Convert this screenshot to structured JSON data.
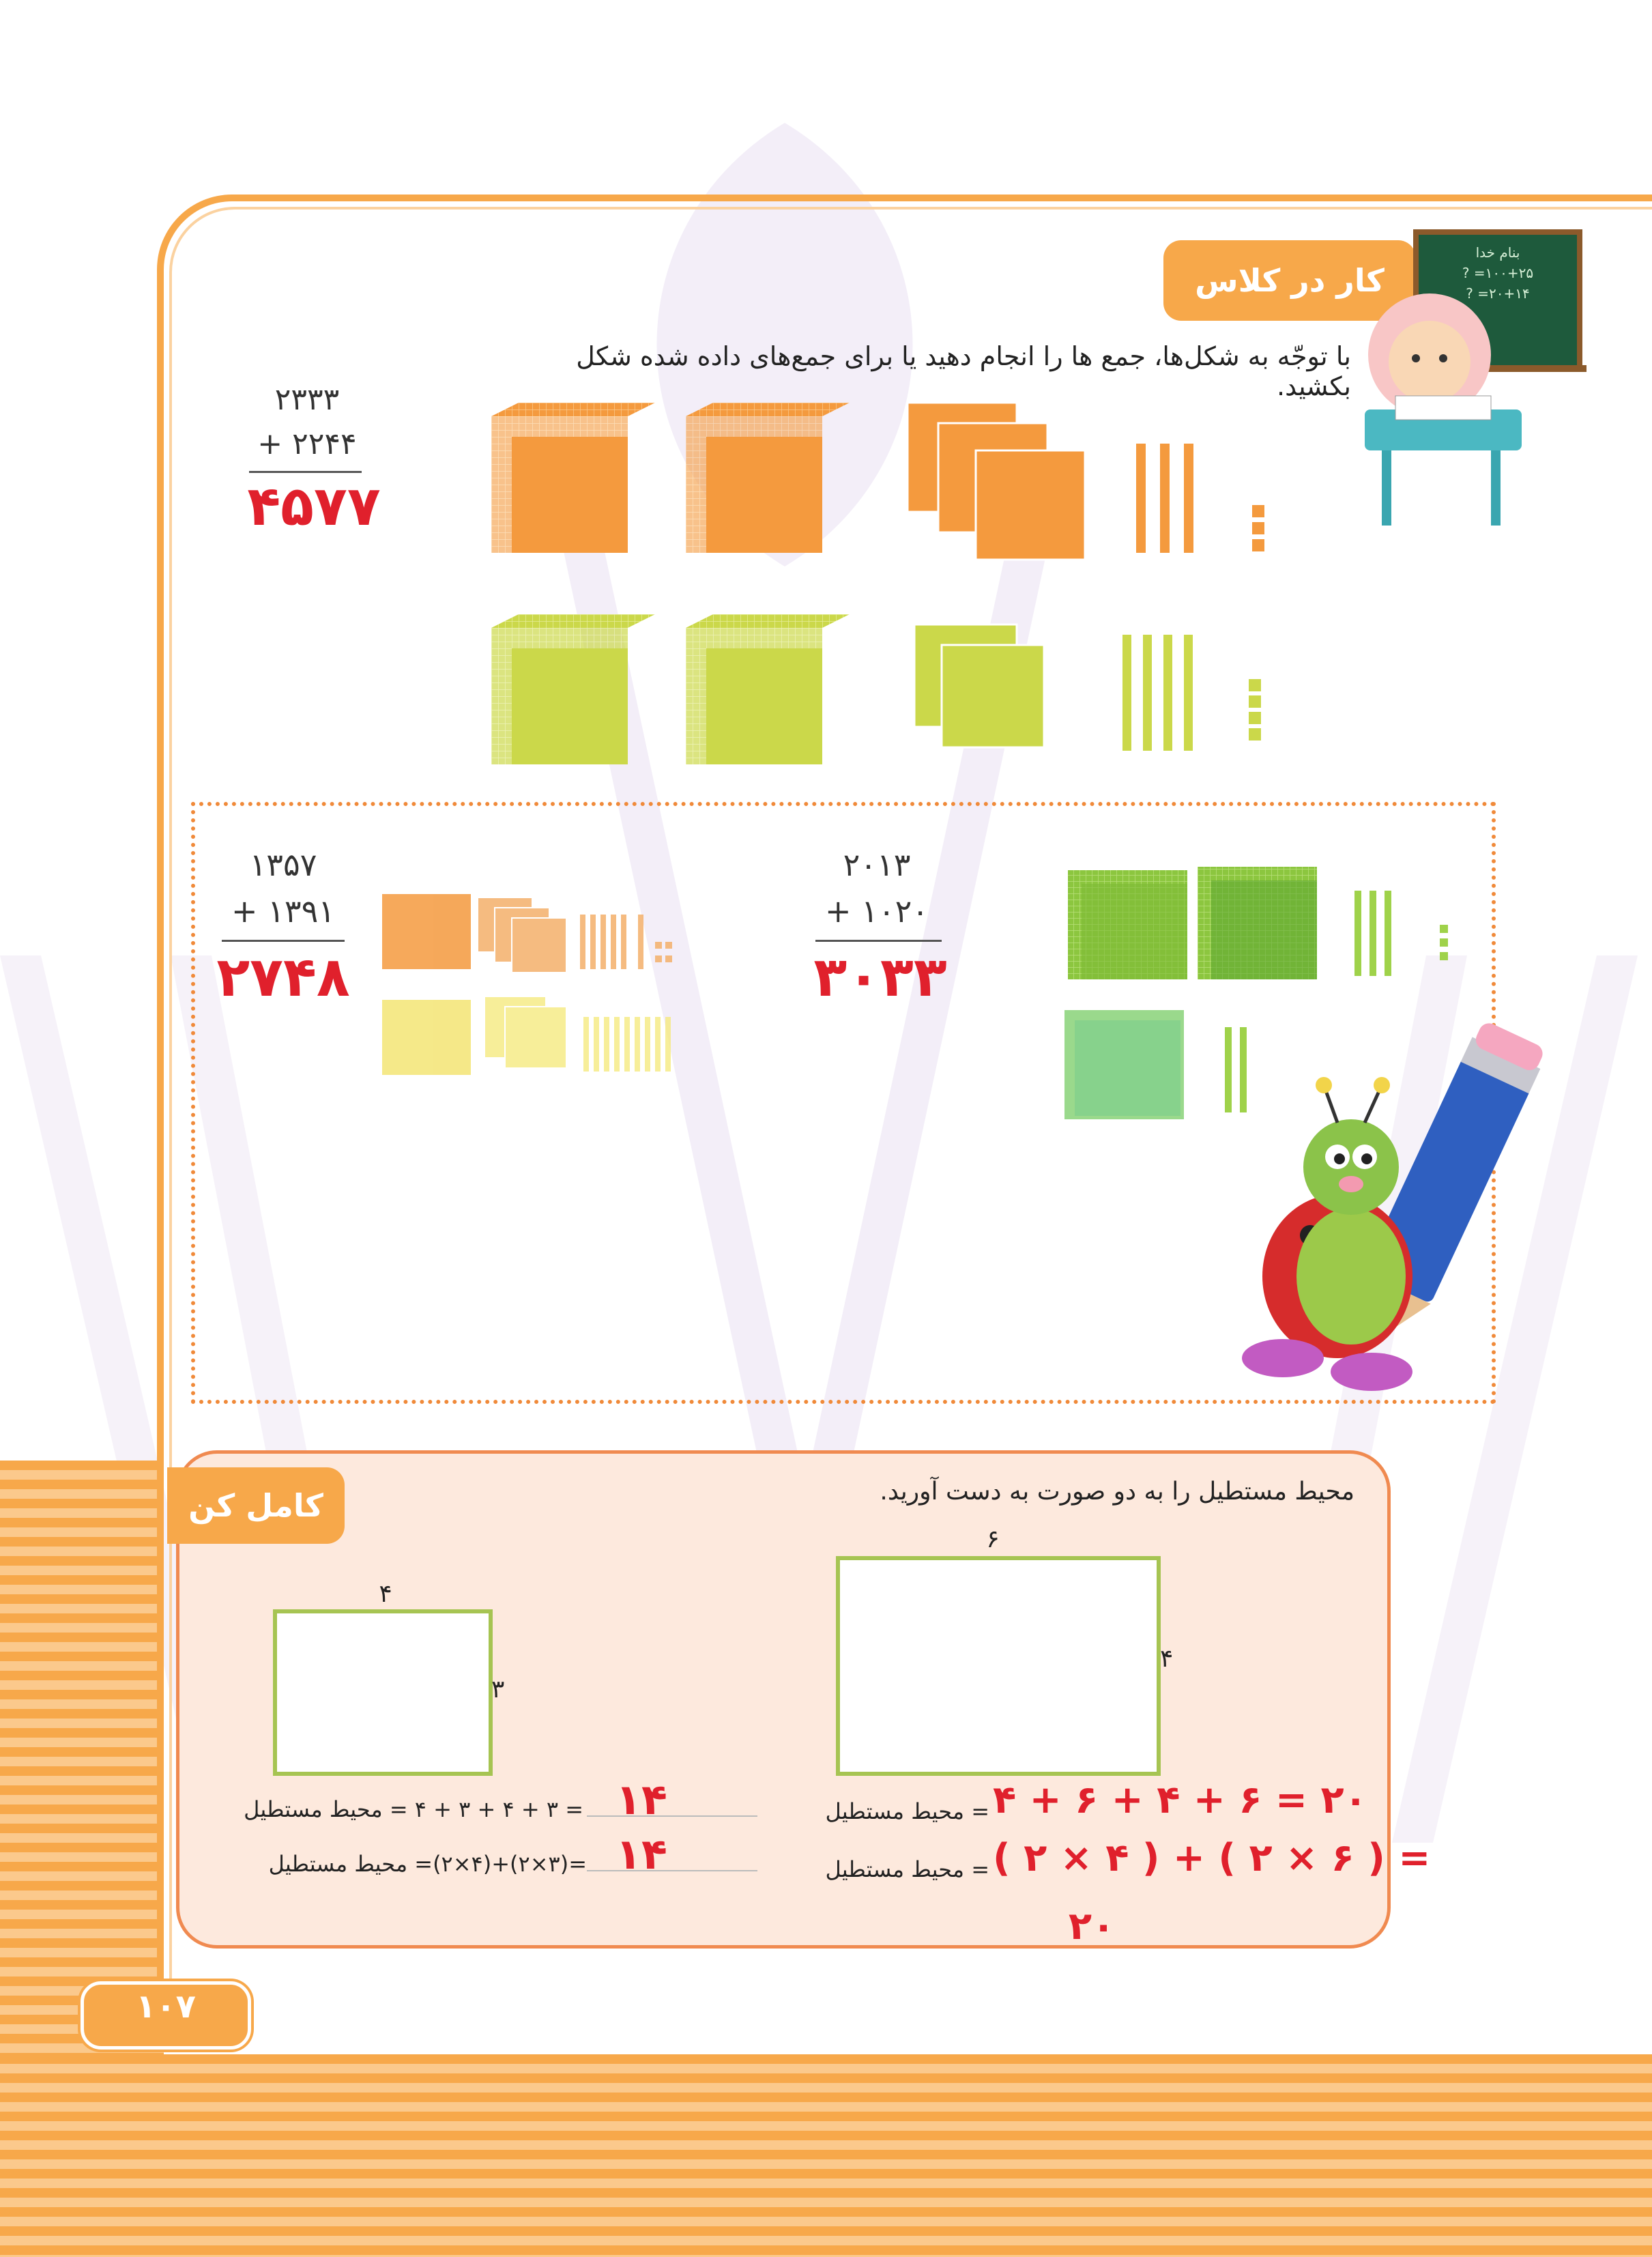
{
  "class_work": {
    "title": "کار در کلاس",
    "instruction": "با توجّه به شکل‌ها، جمع ها را انجام دهید یا برای جمع‌های داده شده شکل بکشید.",
    "board_text": [
      "بنام خدا",
      "۱۰۰+۲۵= ?",
      "۲۰+۱۴= ?"
    ],
    "problem1": {
      "top": "۲۳۳۳",
      "bottom": "+ ۲۲۴۴",
      "answer": "۴۵۷۷"
    },
    "problem2": {
      "top": "۱۳۵۷",
      "bottom": "+ ۱۳۹۱",
      "answer": "۲۷۴۸"
    },
    "problem3": {
      "top": "۲۰۱۳",
      "bottom": "+ ۱۰۲۰",
      "answer": "۳۰۳۳"
    }
  },
  "complete": {
    "title": "کامل کن",
    "instruction": "محیط مستطیل را به دو صورت به دست آورید.",
    "rect_small": {
      "top_label": "۴",
      "side_label": "۳"
    },
    "rect_large": {
      "top_label": "۶",
      "side_label": "۴"
    },
    "left_eq1": "= ۳ + ۴ + ۳ + ۴ = محیط مستطیل",
    "left_ans1": "۱۴",
    "left_eq2": "=(۳×۲)+(۴×۲)= محیط مستطیل",
    "left_ans2": "۱۴",
    "right_eq1": "= محیط مستطیل",
    "right_ans1": "۲۰ = ۶ + ۴ + ۶ + ۴",
    "right_eq2": "= محیط مستطیل",
    "right_ans2": "= ( ۶ × ۲ ) + ( ۴ × ۲ )",
    "right_ans2b": "۲۰"
  },
  "page_number": "۱۰۷",
  "colors": {
    "orange": "#f7a84a",
    "red": "#e0202c",
    "green": "#a6c452"
  }
}
